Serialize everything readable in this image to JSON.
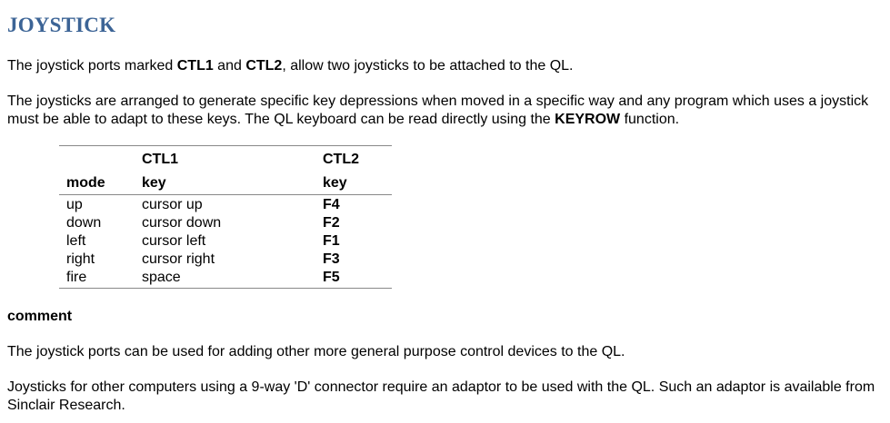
{
  "title": "JOYSTICK",
  "para1": {
    "t1": "The joystick ports marked ",
    "b1": "CTL1",
    "t2": " and ",
    "b2": "CTL2",
    "t3": ", allow two joysticks to be attached to the QL."
  },
  "para2": {
    "t1": "The joysticks are arranged to generate specific key depressions when moved in a specific way and any program which uses a joystick must be able to adapt to these keys. The QL keyboard can be read directly using the ",
    "b1": "KEYROW",
    "t2": " function."
  },
  "table": {
    "group_headers": [
      "",
      "CTL1",
      "CTL2"
    ],
    "column_headers": [
      "mode",
      "key",
      "key"
    ],
    "rows": [
      [
        "up",
        "cursor up",
        "F4"
      ],
      [
        "down",
        "cursor down",
        "F2"
      ],
      [
        "left",
        "cursor left",
        "F1"
      ],
      [
        "right",
        "cursor right",
        "F3"
      ],
      [
        "fire",
        "space",
        "F5"
      ]
    ]
  },
  "comment_heading": "comment",
  "para3": "The joystick ports can be used for adding other more general purpose control devices to the QL.",
  "para4": "Joysticks for other computers using a 9-way 'D' connector require an adaptor to be used with the QL. Such an adaptor is available from Sinclair Research."
}
